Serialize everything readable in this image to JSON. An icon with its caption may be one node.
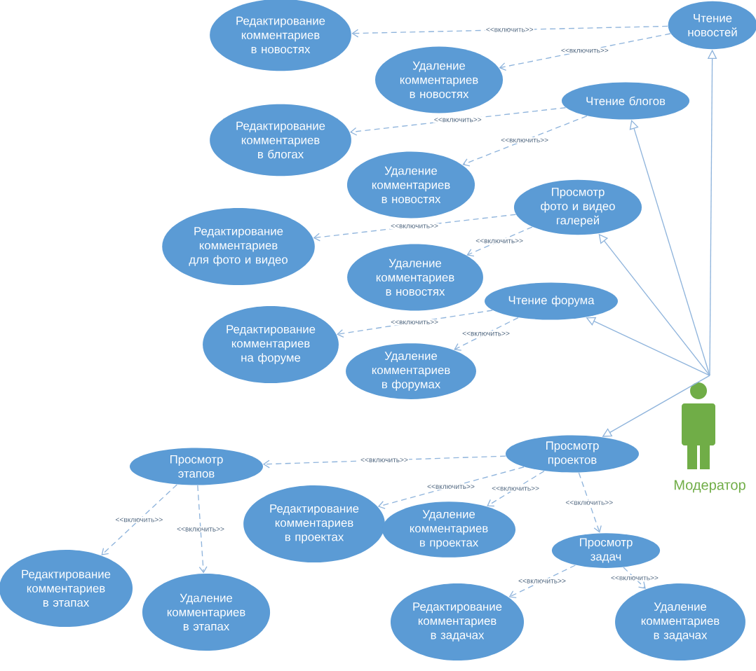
{
  "diagram": {
    "nodes": [
      {
        "text": [
          "Чтение новостей"
        ]
      },
      {
        "text": [
          "Редактирование комментариев в новостях"
        ]
      },
      {
        "text": [
          "Удаление комментариев в новостях"
        ]
      },
      {
        "text": [
          "Чтение блогов"
        ]
      },
      {
        "text": [
          "Редактирование комментариев в блогах"
        ]
      },
      {
        "text": [
          "Удаление комментариев в новостях"
        ]
      },
      {
        "text": [
          "Просмотр фото и видео галерей"
        ]
      },
      {
        "text": [
          "Редактирование комментариев для фото и видео"
        ]
      },
      {
        "text": [
          "Удаление комментариев в новостях"
        ]
      },
      {
        "text": [
          "Чтение форума"
        ]
      },
      {
        "text": [
          "Редактирование комментариев на форуме"
        ]
      },
      {
        "text": [
          "Удаление комментариев в форумах"
        ]
      },
      {
        "text": [
          "Модератор"
        ]
      },
      {
        "text": [
          "Просмотр проектов"
        ]
      },
      {
        "text": [
          "Просмотр этапов"
        ]
      },
      {
        "text": [
          "Редактирование комментариев в проектах"
        ]
      },
      {
        "text": [
          "Удаление комментариев в проектах"
        ]
      },
      {
        "text": [
          "Просмотр задач"
        ]
      },
      {
        "text": [
          "Редактирование комментариев в этапах"
        ]
      },
      {
        "text": [
          "Удаление комментариев в этапах"
        ]
      },
      {
        "text": [
          "Редактирование комментариев в задачах"
        ]
      },
      {
        "text": [
          "Удаление комментариев в задачах"
        ]
      }
    ],
    "edges": [
      {
        "from": 0,
        "to": 1,
        "arrow": "to",
        "style": "dashed",
        "label": "<<включить>>"
      },
      {
        "from": 0,
        "to": 2,
        "arrow": "to",
        "style": "dashed",
        "label": "<<включить>>"
      },
      {
        "from": 3,
        "to": 4,
        "arrow": "to",
        "style": "dashed",
        "label": "<<включить>>"
      },
      {
        "from": 3,
        "to": 5,
        "arrow": "to",
        "style": "dashed",
        "label": "<<включить>>"
      },
      {
        "from": 6,
        "to": 7,
        "arrow": "to",
        "style": "dashed",
        "label": "<<включить>>"
      },
      {
        "from": 6,
        "to": 8,
        "arrow": "to",
        "style": "dashed",
        "label": "<<включить>>"
      },
      {
        "from": 9,
        "to": 10,
        "arrow": "to",
        "style": "dashed",
        "label": "<<включить>>"
      },
      {
        "from": 9,
        "to": 11,
        "arrow": "to",
        "style": "dashed",
        "label": "<<включить>>"
      },
      {
        "from": 12,
        "to": 0,
        "arrow": "to"
      },
      {
        "from": 12,
        "to": 3,
        "arrow": "to"
      },
      {
        "from": 12,
        "to": 6,
        "arrow": "to"
      },
      {
        "from": 12,
        "to": 9,
        "arrow": "to"
      },
      {
        "from": 12,
        "to": 13,
        "arrow": "to"
      },
      {
        "from": 13,
        "to": 14,
        "arrow": "to",
        "style": "dashed",
        "label": "<<включить>>"
      },
      {
        "from": 13,
        "to": 15,
        "arrow": "to",
        "style": "dashed",
        "label": "<<включить>>"
      },
      {
        "from": 13,
        "to": 16,
        "arrow": "to",
        "style": "dashed",
        "label": "<<включить>>"
      },
      {
        "from": 13,
        "to": 17,
        "arrow": "to",
        "style": "dashed",
        "label": "<<включить>>"
      },
      {
        "from": 14,
        "to": 18,
        "arrow": "to",
        "style": "dashed",
        "label": "<<включить>>"
      },
      {
        "from": 14,
        "to": 19,
        "arrow": "to",
        "style": "dashed",
        "label": "<<включить>>"
      },
      {
        "from": 17,
        "to": 20,
        "arrow": "to",
        "style": "dashed",
        "label": "<<включить>>"
      },
      {
        "from": 17,
        "to": 21,
        "arrow": "to",
        "style": "dashed",
        "label": "<<включить>>"
      }
    ]
  }
}
